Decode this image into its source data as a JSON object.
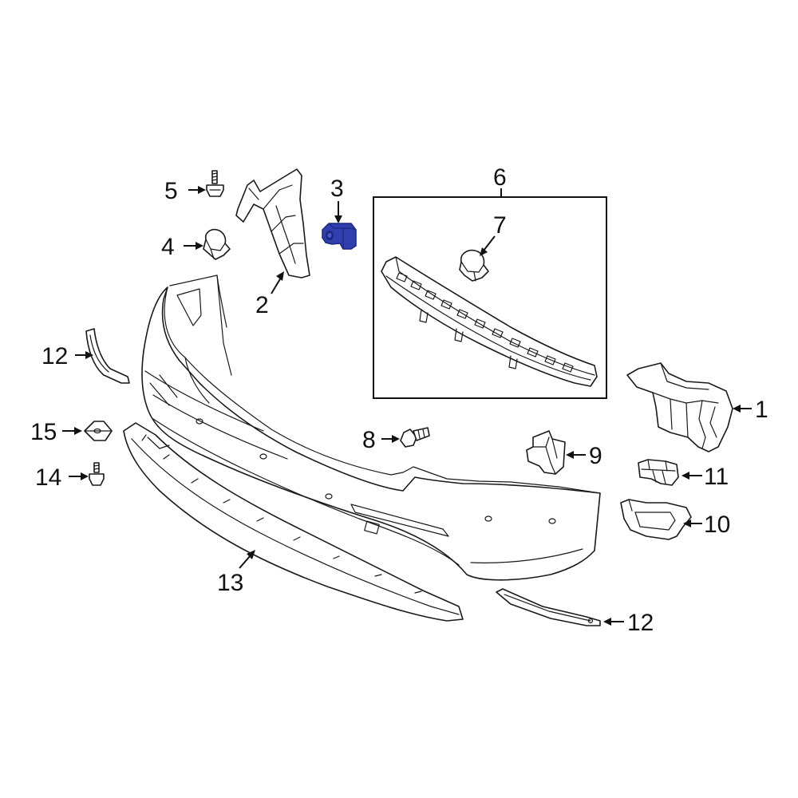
{
  "callouts": [
    {
      "id": "1",
      "label": "1"
    },
    {
      "id": "2",
      "label": "2"
    },
    {
      "id": "3",
      "label": "3"
    },
    {
      "id": "4",
      "label": "4"
    },
    {
      "id": "5",
      "label": "5"
    },
    {
      "id": "6",
      "label": "6"
    },
    {
      "id": "7",
      "label": "7"
    },
    {
      "id": "8",
      "label": "8"
    },
    {
      "id": "9",
      "label": "9"
    },
    {
      "id": "10",
      "label": "10"
    },
    {
      "id": "11",
      "label": "11"
    },
    {
      "id": "12a",
      "label": "12"
    },
    {
      "id": "12b",
      "label": "12"
    },
    {
      "id": "13",
      "label": "13"
    },
    {
      "id": "14",
      "label": "14"
    },
    {
      "id": "15",
      "label": "15"
    }
  ],
  "colors": {
    "line": "#1a1a1a",
    "highlight": "#2f3fae",
    "highlight_dark": "#1c2780",
    "background": "#ffffff"
  },
  "highlighted_part": "3"
}
